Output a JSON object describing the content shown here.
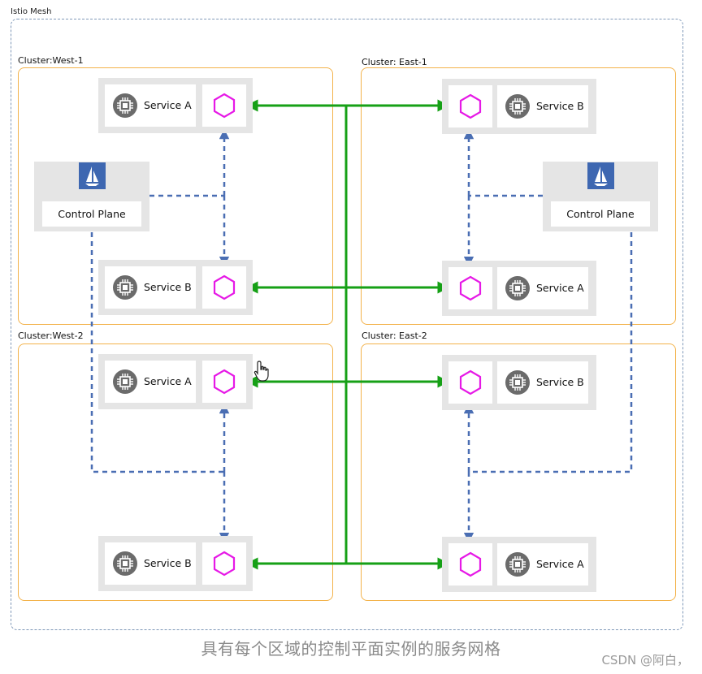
{
  "mesh": {
    "label": "Istio Mesh"
  },
  "clusters": {
    "west1": {
      "label": "Cluster:West-1"
    },
    "east1": {
      "label": "Cluster: East-1"
    },
    "west2": {
      "label": "Cluster:West-2"
    },
    "east2": {
      "label": "Cluster: East-2"
    }
  },
  "services": {
    "w1_top": "Service A",
    "w1_bottom": "Service B",
    "e1_top": "Service B",
    "e1_bottom": "Service A",
    "w2_top": "Service A",
    "w2_bottom": "Service B",
    "e2_top": "Service B",
    "e2_bottom": "Service A"
  },
  "control_planes": {
    "west": "Control Plane",
    "east": "Control Plane"
  },
  "caption": "具有每个区域的控制平面实例的服务网格",
  "watermark": "CSDN @阿白，",
  "colors": {
    "cluster_border": "#f3b24a",
    "mesh_border": "#7f98b8",
    "proxy_hexagon": "#e619e6",
    "cross_cluster_link": "#16a016",
    "control_link": "#4a6eb3",
    "control_plane_logo": "#3e67b1"
  },
  "icons": {
    "service": "processor-chip-icon",
    "proxy": "hexagon-proxy-icon",
    "control_plane": "istio-sail-logo",
    "cursor": "hand-pointer-icon"
  }
}
